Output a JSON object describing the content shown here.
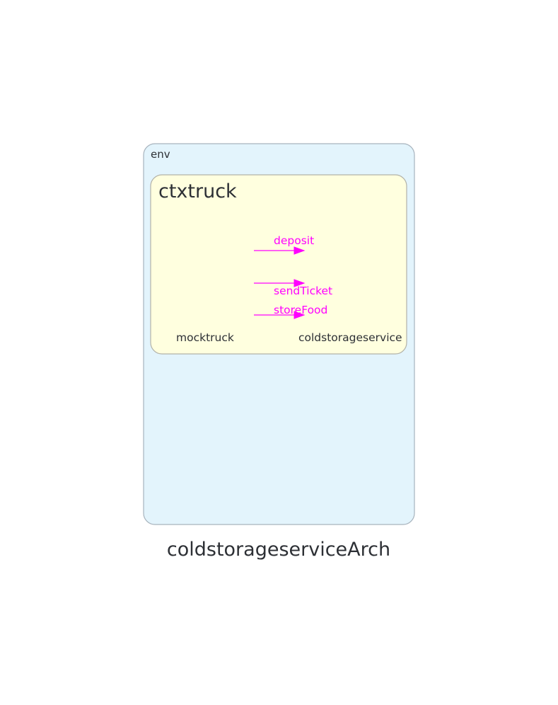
{
  "diagram": {
    "title": "coldstorageserviceArch",
    "clusters": {
      "env": {
        "label": "env"
      },
      "context": {
        "label": "ctxtruck"
      }
    },
    "nodes": {
      "mocktruck": {
        "label": "mocktruck"
      },
      "coldstorageservice": {
        "label": "coldstorageservice"
      }
    },
    "edges": [
      {
        "from": "mocktruck",
        "to": "coldstorageservice",
        "label": "deposit"
      },
      {
        "from": "mocktruck",
        "to": "coldstorageservice",
        "label": "sendTicket"
      },
      {
        "from": "mocktruck",
        "to": "coldstorageservice",
        "label": "storeFood"
      }
    ],
    "colors": {
      "env_fill": "#e3f4fc",
      "context_fill": "#ffffdf",
      "edge": "#ff00ff",
      "text": "#2d3035"
    }
  }
}
